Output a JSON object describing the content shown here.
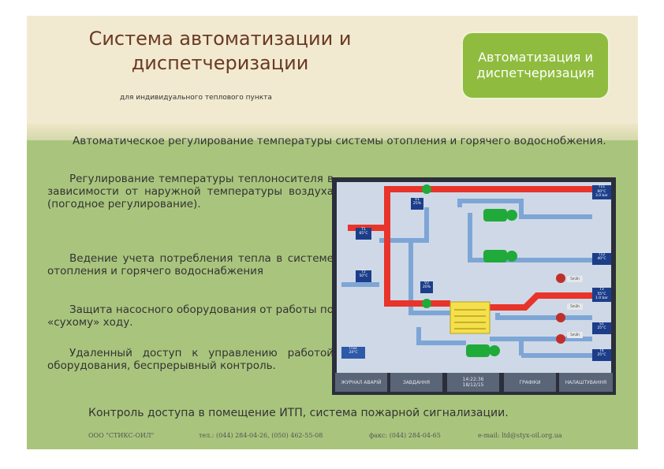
{
  "header": {
    "title": "Система автоматизации и диспетчеризации",
    "subtitle": "для индивидуального теплового пункта",
    "badge": "Автоматизация и диспетчеризация"
  },
  "intro": "Автоматическое регулирование температуры системы отопления и горячего водоснобжения.",
  "features": [
    "Регулирование температуры теплоносителя в зависимости от наружной температуры воздуха (погодное регулирование).",
    "Ведение учета потребления тепла в системе отопления и горячего водоснабжения",
    "Защита насосного оборудования от работы по «сухому» ходу.",
    "Удаленный доступ к управлению работой оборудования, беспрерывный контроль."
  ],
  "footer_statement": "Контроль доступа в помещение ИТП, система пожарной сигнализации.",
  "contacts": {
    "company": "ООО \"СТИКС-ОИЛ\"",
    "phone": "тел.: (044) 284-04-26, (050) 462-55-08",
    "fax": "факс: (044) 284-04-65",
    "email": "e-mail: ltd@styx-oil.org.ua"
  },
  "scada": {
    "sensors": {
      "t1": "T1\n65°C",
      "t2": "T2\n50°C",
      "v1": "V1\n25%",
      "v2": "V2\n20%",
      "t11": "T11\n60°C\n3.0 bar",
      "t12": "T12\n40°C",
      "t3": "T3\n55°C\n1.0 bar",
      "s1": "S1\n25°C",
      "t4": "T4\n25°C",
      "tout": "Tnar.\n24°C"
    },
    "pump_labels": [
      "5m3h",
      "5m3h",
      "5m3h"
    ],
    "nav": [
      "ЖУРНАЛ АВАРІЙ",
      "ЗАВДАННЯ",
      "14:22:36\n18/12/15",
      "ГРАФІКИ",
      "НАЛАШТУВАННЯ"
    ],
    "colors": {
      "hot": "#e8342a",
      "cold": "#7da6d6",
      "panel": "#cfd8e6",
      "pump": "#1faa3a"
    }
  }
}
